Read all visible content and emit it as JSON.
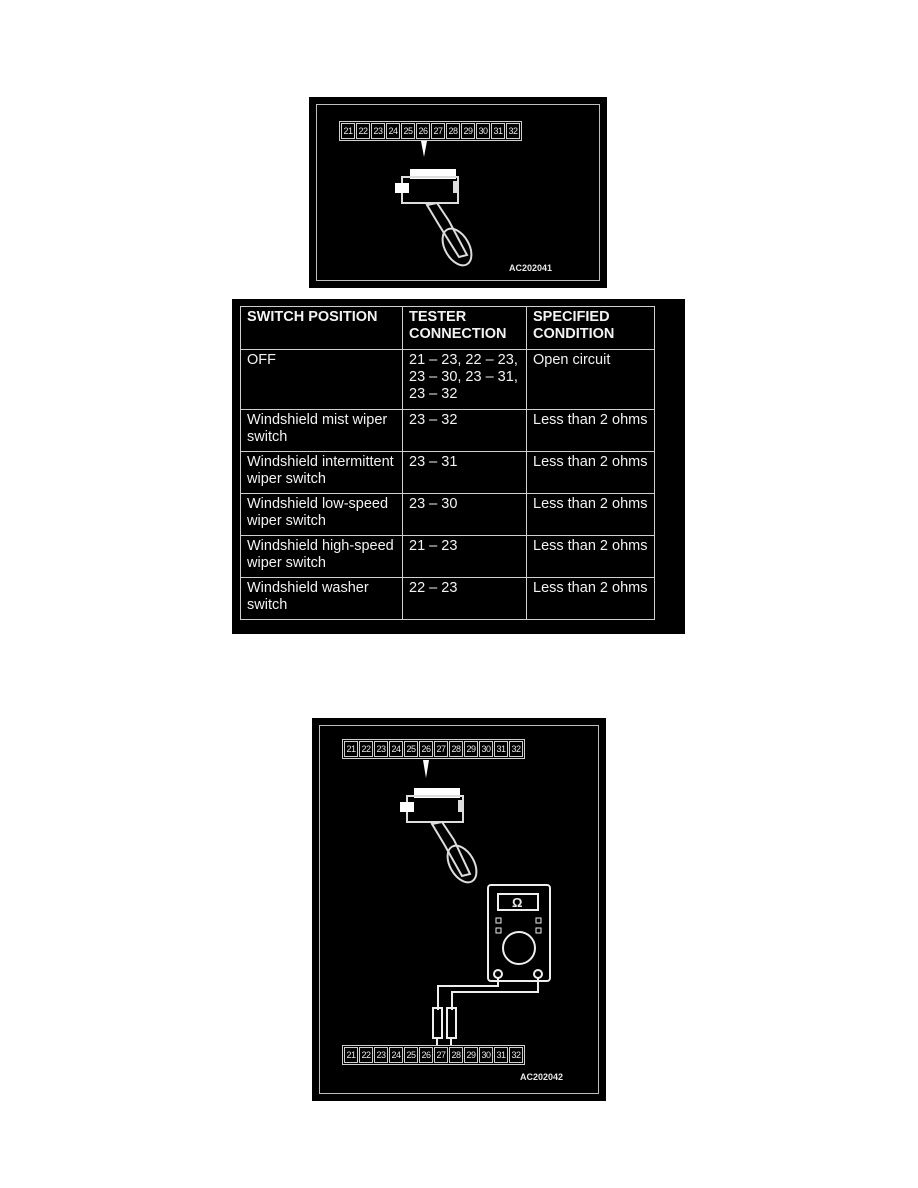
{
  "figure1": {
    "connector_pins": [
      "21",
      "22",
      "23",
      "24",
      "25",
      "26",
      "27",
      "28",
      "29",
      "30",
      "31",
      "32"
    ],
    "code": "AC202041"
  },
  "table": {
    "headers": [
      "SWITCH POSITION",
      "TESTER CONNECTION",
      "SPECIFIED CONDITION"
    ],
    "rows": [
      [
        "OFF",
        "21 – 23, 22 – 23, 23 – 30, 23 – 31, 23 – 32",
        "Open circuit"
      ],
      [
        "Windshield mist wiper switch",
        "23 – 32",
        "Less than 2 ohms"
      ],
      [
        "Windshield intermittent wiper switch",
        "23 – 31",
        "Less than 2 ohms"
      ],
      [
        "Windshield low-speed wiper switch",
        "23 – 30",
        "Less than 2 ohms"
      ],
      [
        "Windshield high-speed wiper switch",
        "21 – 23",
        "Less than 2 ohms"
      ],
      [
        "Windshield washer switch",
        "22 – 23",
        "Less than 2 ohms"
      ]
    ]
  },
  "figure2": {
    "connector_pins_top": [
      "21",
      "22",
      "23",
      "24",
      "25",
      "26",
      "27",
      "28",
      "29",
      "30",
      "31",
      "32"
    ],
    "connector_pins_bottom": [
      "21",
      "22",
      "23",
      "24",
      "25",
      "26",
      "27",
      "28",
      "29",
      "30",
      "31",
      "32"
    ],
    "meter_symbol": "Ω",
    "code": "AC202042"
  }
}
